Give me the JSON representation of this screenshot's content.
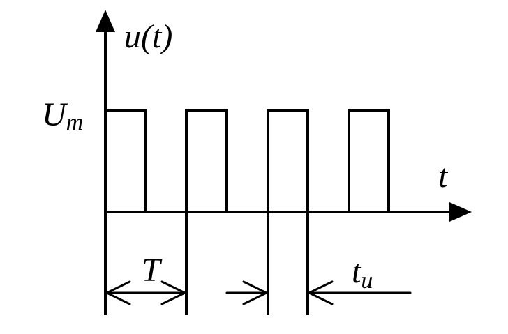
{
  "diagram": {
    "y_axis_label": "u(t)",
    "x_axis_label": "t",
    "amplitude_label": {
      "main": "U",
      "subscript": "m"
    },
    "period_label": "T",
    "pulse_width_label": {
      "main": "t",
      "subscript": "u"
    },
    "pulse_count": 4,
    "colors": {
      "stroke": "#000000",
      "background": "#ffffff"
    }
  }
}
